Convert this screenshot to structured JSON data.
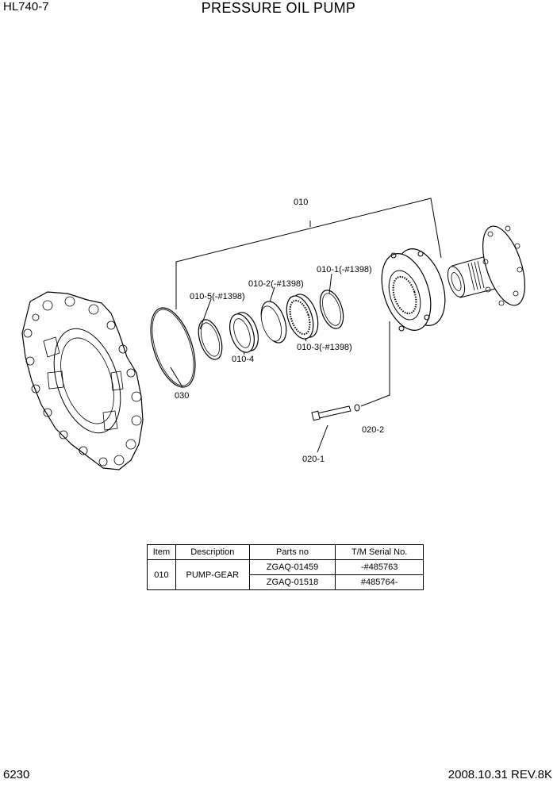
{
  "header": {
    "model": "HL740-7",
    "title": "PRESSURE OIL PUMP"
  },
  "footer": {
    "page": "6230",
    "date_rev": "2008.10.31  REV.8K"
  },
  "callouts": {
    "c010": "010",
    "c010_1": "010-1(-#1398)",
    "c010_2": "010-2(-#1398)",
    "c010_3": "010-3(-#1398)",
    "c010_4": "010-4",
    "c010_5": "010-5(-#1398)",
    "c020_1": "020-1",
    "c020_2": "020-2",
    "c030": "030"
  },
  "parts_table": {
    "headers": {
      "item": "Item",
      "description": "Description",
      "parts_no": "Parts no",
      "serial": "T/M Serial No."
    },
    "item": "010",
    "description": "PUMP-GEAR",
    "rows": [
      {
        "parts_no": "ZGAQ-01459",
        "serial": "-#485763"
      },
      {
        "parts_no": "ZGAQ-01518",
        "serial": "#485764-"
      }
    ]
  }
}
